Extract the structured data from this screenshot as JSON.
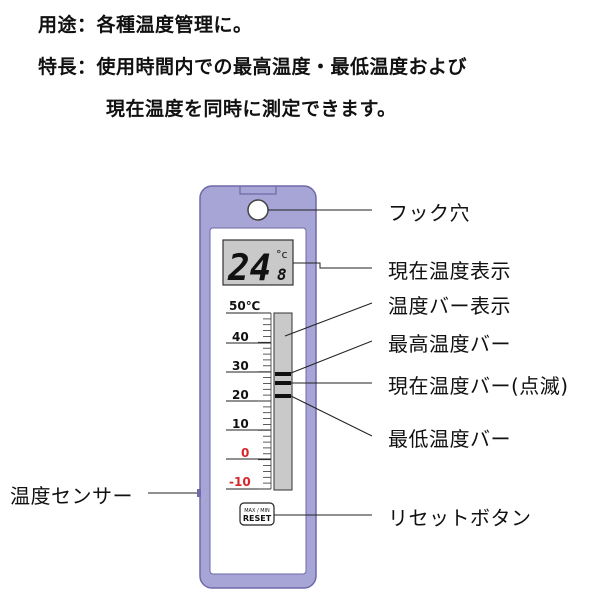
{
  "intro": {
    "line1": "用途：各種温度管理に。",
    "line2": "特長：使用時間内での最高温度・最低温度および",
    "line3": "現在温度を同時に測定できます。"
  },
  "display": {
    "main": "24",
    "decimal": "8",
    "unit": "°c"
  },
  "scale": {
    "top_label": "50℃",
    "labels": [
      "40",
      "30",
      "20",
      "10",
      "0",
      "-10"
    ]
  },
  "button": {
    "line1": "MAX / MIN",
    "line2": "RESET"
  },
  "callouts": {
    "hook_hole": "フック穴",
    "current_display": "現在温度表示",
    "temp_bar_display": "温度バー表示",
    "max_bar": "最高温度バー",
    "current_bar": "現在温度バー(点滅)",
    "min_bar": "最低温度バー",
    "reset_button": "リセットボタン",
    "sensor": "温度センサー"
  },
  "colors": {
    "case": "#a7a4d6",
    "case_stroke": "#6e6aa8",
    "lcd": "#c9c9c9",
    "negative": "#d7262a"
  }
}
